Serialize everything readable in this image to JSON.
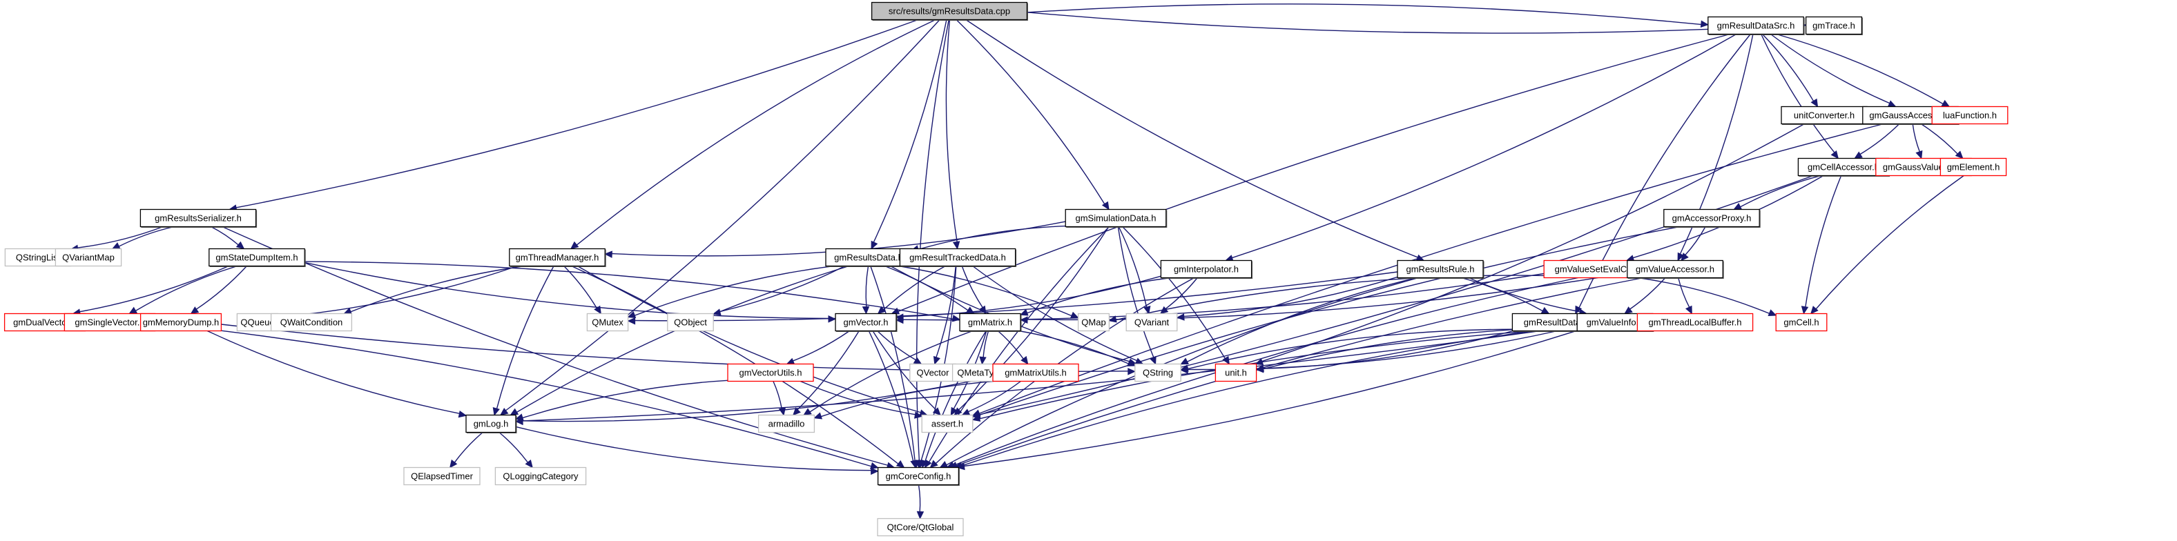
{
  "title": "src/results/gmResultsData.cpp",
  "diagram_type": "include dependency graph",
  "colors": {
    "root_fill": "#bfbfbf",
    "root_border": "#000000",
    "documented_border": "#000000",
    "undocumented_border": "#ff0000",
    "external_border": "#bfbfbf",
    "edge": "#191970",
    "background": "#ffffff"
  },
  "nodes": [
    {
      "id": "root",
      "label": "src/results/gmResultsData.cpp",
      "kind": "root"
    },
    {
      "id": "gmResultDataSrc",
      "label": "gmResultDataSrc.h",
      "kind": "documented"
    },
    {
      "id": "gmTrace",
      "label": "gmTrace.h",
      "kind": "documented"
    },
    {
      "id": "unitConverter",
      "label": "unitConverter.h",
      "kind": "documented"
    },
    {
      "id": "gmGaussAccessor",
      "label": "gmGaussAccessor.h",
      "kind": "documented"
    },
    {
      "id": "luaFunction",
      "label": "luaFunction.h",
      "kind": "undocumented"
    },
    {
      "id": "gmCellAccessor",
      "label": "gmCellAccessor.h",
      "kind": "documented"
    },
    {
      "id": "gmGaussValueSet",
      "label": "gmGaussValueSet.h",
      "kind": "undocumented"
    },
    {
      "id": "gmElement",
      "label": "gmElement.h",
      "kind": "undocumented"
    },
    {
      "id": "gmAccessorProxy",
      "label": "gmAccessorProxy.h",
      "kind": "documented"
    },
    {
      "id": "gmResultsSerializer",
      "label": "gmResultsSerializer.h",
      "kind": "documented"
    },
    {
      "id": "gmSimulationData",
      "label": "gmSimulationData.h",
      "kind": "documented"
    },
    {
      "id": "QStringList",
      "label": "QStringList",
      "kind": "external"
    },
    {
      "id": "QVariantMap",
      "label": "QVariantMap",
      "kind": "external"
    },
    {
      "id": "gmStateDumpItem",
      "label": "gmStateDumpItem.h",
      "kind": "documented"
    },
    {
      "id": "gmThreadManager",
      "label": "gmThreadManager.h",
      "kind": "documented"
    },
    {
      "id": "gmResultsData",
      "label": "gmResultsData.h",
      "kind": "documented"
    },
    {
      "id": "gmResultTrackedData",
      "label": "gmResultTrackedData.h",
      "kind": "documented"
    },
    {
      "id": "gmInterpolator",
      "label": "gmInterpolator.h",
      "kind": "documented"
    },
    {
      "id": "gmResultsRule",
      "label": "gmResultsRule.h",
      "kind": "documented"
    },
    {
      "id": "gmValueSetEvalContext",
      "label": "gmValueSetEvalContext.h",
      "kind": "undocumented"
    },
    {
      "id": "gmValueAccessor",
      "label": "gmValueAccessor.h",
      "kind": "documented"
    },
    {
      "id": "gmDualVector",
      "label": "gmDualVector.h",
      "kind": "undocumented"
    },
    {
      "id": "gmSingleVector",
      "label": "gmSingleVector.h",
      "kind": "undocumented"
    },
    {
      "id": "gmMemoryDump",
      "label": "gmMemoryDump.h",
      "kind": "undocumented"
    },
    {
      "id": "QQueue",
      "label": "QQueue",
      "kind": "external"
    },
    {
      "id": "QWaitCondition",
      "label": "QWaitCondition",
      "kind": "external"
    },
    {
      "id": "QMutex",
      "label": "QMutex",
      "kind": "external"
    },
    {
      "id": "QObject",
      "label": "QObject",
      "kind": "external"
    },
    {
      "id": "gmVector",
      "label": "gmVector.h",
      "kind": "documented"
    },
    {
      "id": "gmMatrix",
      "label": "gmMatrix.h",
      "kind": "documented"
    },
    {
      "id": "QMap",
      "label": "QMap",
      "kind": "external"
    },
    {
      "id": "QVariant",
      "label": "QVariant",
      "kind": "external"
    },
    {
      "id": "gmResultDataSrcInfo",
      "label": "gmResultDataSrcInfo.h",
      "kind": "documented"
    },
    {
      "id": "gmValueInfo",
      "label": "gmValueInfo.h",
      "kind": "documented"
    },
    {
      "id": "gmThreadLocalBuffer",
      "label": "gmThreadLocalBuffer.h",
      "kind": "undocumented"
    },
    {
      "id": "gmCell",
      "label": "gmCell.h",
      "kind": "undocumented"
    },
    {
      "id": "gmVectorUtils",
      "label": "gmVectorUtils.h",
      "kind": "undocumented"
    },
    {
      "id": "QVector",
      "label": "QVector",
      "kind": "external"
    },
    {
      "id": "QMetaType",
      "label": "QMetaType",
      "kind": "external"
    },
    {
      "id": "gmMatrixUtils",
      "label": "gmMatrixUtils.h",
      "kind": "undocumented"
    },
    {
      "id": "QString",
      "label": "QString",
      "kind": "external"
    },
    {
      "id": "unit",
      "label": "unit.h",
      "kind": "undocumented"
    },
    {
      "id": "gmLog",
      "label": "gmLog.h",
      "kind": "documented"
    },
    {
      "id": "armadillo",
      "label": "armadillo",
      "kind": "external"
    },
    {
      "id": "assert",
      "label": "assert.h",
      "kind": "external"
    },
    {
      "id": "gmCoreConfig",
      "label": "gmCoreConfig.h",
      "kind": "documented"
    },
    {
      "id": "QElapsedTimer",
      "label": "QElapsedTimer",
      "kind": "external"
    },
    {
      "id": "QLoggingCategory",
      "label": "QLoggingCategory",
      "kind": "external"
    },
    {
      "id": "QtGlobal",
      "label": "QtCore/QtGlobal",
      "kind": "external"
    }
  ],
  "edges": [
    [
      "root",
      "gmResultDataSrc"
    ],
    [
      "root",
      "gmTrace"
    ],
    [
      "root",
      "gmResultsSerializer"
    ],
    [
      "root",
      "gmThreadManager"
    ],
    [
      "root",
      "gmResultsData"
    ],
    [
      "root",
      "gmResultTrackedData"
    ],
    [
      "root",
      "gmSimulationData"
    ],
    [
      "root",
      "gmResultsRule"
    ],
    [
      "root",
      "gmLog"
    ],
    [
      "root",
      "gmCoreConfig"
    ],
    [
      "gmResultDataSrc",
      "unitConverter"
    ],
    [
      "gmResultDataSrc",
      "gmGaussAccessor"
    ],
    [
      "gmResultDataSrc",
      "luaFunction"
    ],
    [
      "gmResultDataSrc",
      "gmCellAccessor"
    ],
    [
      "gmResultDataSrc",
      "gmValueAccessor"
    ],
    [
      "gmResultDataSrc",
      "gmResultDataSrcInfo"
    ],
    [
      "gmResultDataSrc",
      "gmInterpolator"
    ],
    [
      "gmResultDataSrc",
      "gmVector"
    ],
    [
      "gmGaussAccessor",
      "gmCellAccessor"
    ],
    [
      "gmGaussAccessor",
      "gmGaussValueSet"
    ],
    [
      "gmGaussAccessor",
      "gmElement"
    ],
    [
      "gmGaussAccessor",
      "assert"
    ],
    [
      "unitConverter",
      "unit"
    ],
    [
      "gmCellAccessor",
      "gmAccessorProxy"
    ],
    [
      "gmCellAccessor",
      "gmValueSetEvalContext"
    ],
    [
      "gmCellAccessor",
      "gmCell"
    ],
    [
      "gmCellAccessor",
      "assert"
    ],
    [
      "gmElement",
      "gmCell"
    ],
    [
      "gmAccessorProxy",
      "gmValueAccessor"
    ],
    [
      "gmAccessorProxy",
      "assert"
    ],
    [
      "gmValueSetEvalContext",
      "gmVector"
    ],
    [
      "gmValueSetEvalContext",
      "QMap"
    ],
    [
      "gmValueSetEvalContext",
      "gmCell"
    ],
    [
      "gmValueSetEvalContext",
      "gmCoreConfig"
    ],
    [
      "gmValueAccessor",
      "gmValueInfo"
    ],
    [
      "gmValueAccessor",
      "gmThreadLocalBuffer"
    ],
    [
      "gmValueAccessor",
      "gmMatrix"
    ],
    [
      "gmValueAccessor",
      "gmCoreConfig"
    ],
    [
      "gmResultsSerializer",
      "QStringList"
    ],
    [
      "gmResultsSerializer",
      "QVariantMap"
    ],
    [
      "gmResultsSerializer",
      "gmStateDumpItem"
    ],
    [
      "gmResultsSerializer",
      "gmCoreConfig"
    ],
    [
      "gmStateDumpItem",
      "gmDualVector"
    ],
    [
      "gmStateDumpItem",
      "gmSingleVector"
    ],
    [
      "gmStateDumpItem",
      "gmMemoryDump"
    ],
    [
      "gmStateDumpItem",
      "gmVector"
    ],
    [
      "gmStateDumpItem",
      "gmMatrix"
    ],
    [
      "gmMemoryDump",
      "gmLog"
    ],
    [
      "gmMemoryDump",
      "gmCoreConfig"
    ],
    [
      "gmMemoryDump",
      "QString"
    ],
    [
      "gmThreadManager",
      "QQueue"
    ],
    [
      "gmThreadManager",
      "QWaitCondition"
    ],
    [
      "gmThreadManager",
      "QMutex"
    ],
    [
      "gmThreadManager",
      "gmLog"
    ],
    [
      "gmThreadManager",
      "gmCoreConfig"
    ],
    [
      "gmThreadManager",
      "assert"
    ],
    [
      "gmSimulationData",
      "gmThreadManager"
    ],
    [
      "gmSimulationData",
      "gmResultsData"
    ],
    [
      "gmSimulationData",
      "QVariant"
    ],
    [
      "gmSimulationData",
      "QString"
    ],
    [
      "gmSimulationData",
      "unit"
    ],
    [
      "gmSimulationData",
      "gmCoreConfig"
    ],
    [
      "gmSimulationData",
      "assert"
    ],
    [
      "gmResultsData",
      "QMutex"
    ],
    [
      "gmResultsData",
      "QObject"
    ],
    [
      "gmResultsData",
      "gmVector"
    ],
    [
      "gmResultsData",
      "gmMatrix"
    ],
    [
      "gmResultsData",
      "gmLog"
    ],
    [
      "gmResultsData",
      "gmCoreConfig"
    ],
    [
      "gmResultsData",
      "QString"
    ],
    [
      "gmResultsData",
      "QMap"
    ],
    [
      "gmResultTrackedData",
      "gmVector"
    ],
    [
      "gmResultTrackedData",
      "QVector"
    ],
    [
      "gmResultTrackedData",
      "gmMatrix"
    ],
    [
      "gmResultTrackedData",
      "gmCoreConfig"
    ],
    [
      "gmResultTrackedData",
      "QString"
    ],
    [
      "gmInterpolator",
      "gmVector"
    ],
    [
      "gmInterpolator",
      "gmMatrix"
    ],
    [
      "gmInterpolator",
      "QVariant"
    ],
    [
      "gmInterpolator",
      "gmCoreConfig"
    ],
    [
      "gmResultsRule",
      "QVariant"
    ],
    [
      "gmResultsRule",
      "QString"
    ],
    [
      "gmResultsRule",
      "gmResultDataSrcInfo"
    ],
    [
      "gmResultsRule",
      "gmValueInfo"
    ],
    [
      "gmResultsRule",
      "QMutex"
    ],
    [
      "gmResultsRule",
      "gmCoreConfig"
    ],
    [
      "gmVector",
      "gmVectorUtils"
    ],
    [
      "gmVector",
      "QVector"
    ],
    [
      "gmVector",
      "armadillo"
    ],
    [
      "gmVector",
      "assert"
    ],
    [
      "gmVector",
      "gmCoreConfig"
    ],
    [
      "gmMatrix",
      "QMetaType"
    ],
    [
      "gmMatrix",
      "gmMatrixUtils"
    ],
    [
      "gmMatrix",
      "armadillo"
    ],
    [
      "gmMatrix",
      "assert"
    ],
    [
      "gmMatrix",
      "gmCoreConfig"
    ],
    [
      "gmMatrix",
      "QString"
    ],
    [
      "gmVectorUtils",
      "gmLog"
    ],
    [
      "gmVectorUtils",
      "armadillo"
    ],
    [
      "gmVectorUtils",
      "assert"
    ],
    [
      "gmMatrixUtils",
      "gmLog"
    ],
    [
      "gmMatrixUtils",
      "armadillo"
    ],
    [
      "gmMatrixUtils",
      "assert"
    ],
    [
      "gmResultDataSrcInfo",
      "QString"
    ],
    [
      "gmResultDataSrcInfo",
      "unit"
    ],
    [
      "gmResultDataSrcInfo",
      "gmCoreConfig"
    ],
    [
      "gmValueInfo",
      "QString"
    ],
    [
      "gmValueInfo",
      "unit"
    ],
    [
      "gmValueInfo",
      "gmCoreConfig"
    ],
    [
      "gmValueInfo",
      "assert"
    ],
    [
      "gmValueInfo",
      "gmLog"
    ],
    [
      "gmLog",
      "QElapsedTimer"
    ],
    [
      "gmLog",
      "QLoggingCategory"
    ],
    [
      "gmLog",
      "gmCoreConfig"
    ],
    [
      "gmCoreConfig",
      "QtGlobal"
    ]
  ]
}
